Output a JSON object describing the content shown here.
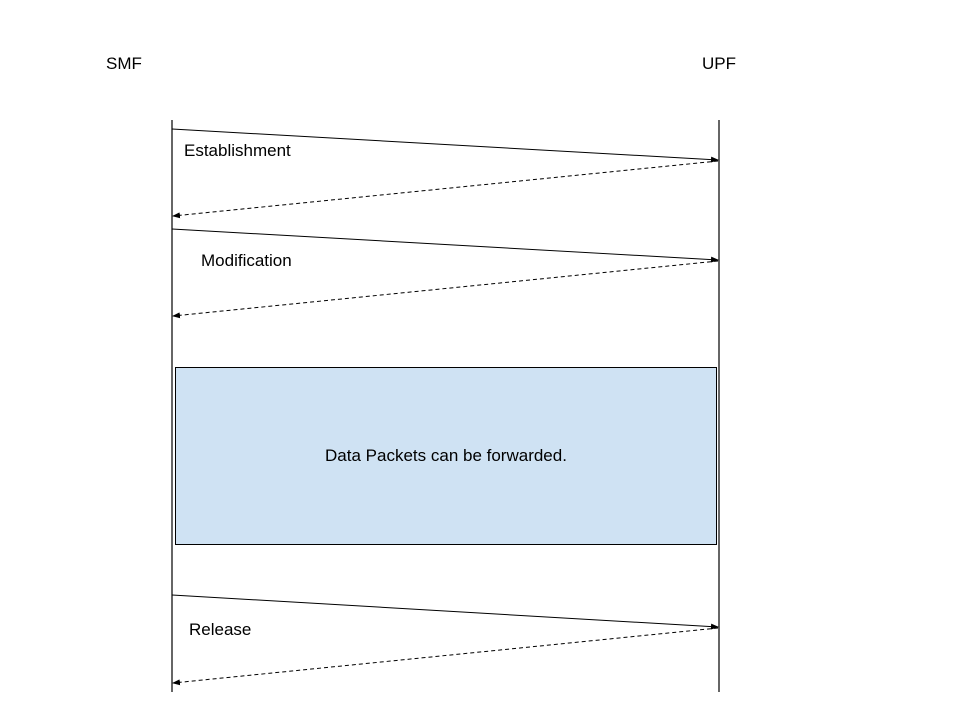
{
  "participants": [
    {
      "id": "smf",
      "label": "SMF"
    },
    {
      "id": "upf",
      "label": "UPF"
    }
  ],
  "messages": [
    {
      "id": "establishment",
      "label": "Establishment"
    },
    {
      "id": "modification",
      "label": "Modification"
    },
    {
      "id": "release",
      "label": "Release"
    }
  ],
  "data_box": {
    "text": "Data Packets can be forwarded.",
    "fill": "#cfe2f3",
    "border": "#000000"
  },
  "colors": {
    "line": "#000000",
    "background": "#ffffff"
  }
}
